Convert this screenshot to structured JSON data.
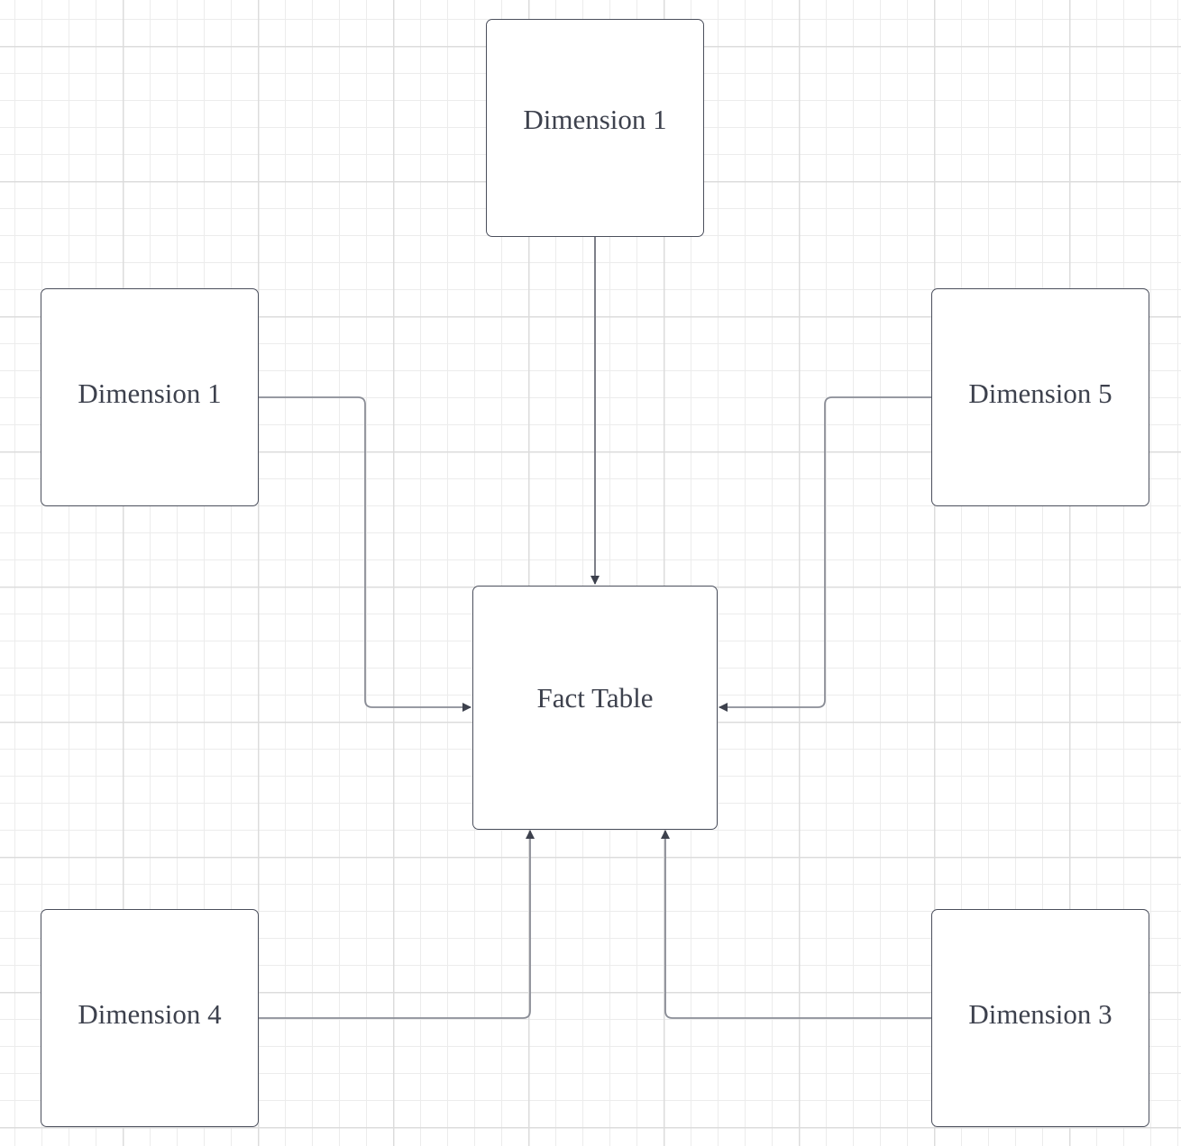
{
  "diagram": {
    "fact_table": {
      "label": "Fact Table"
    },
    "nodes": {
      "dim_top": {
        "label": "Dimension 1"
      },
      "dim_left": {
        "label": "Dimension 1"
      },
      "dim_right": {
        "label": "Dimension 5"
      },
      "dim_bottom_left": {
        "label": "Dimension 4"
      },
      "dim_bottom_right": {
        "label": "Dimension 3"
      }
    },
    "edges": [
      {
        "from": "Dimension 1 (top)",
        "to": "Fact Table"
      },
      {
        "from": "Dimension 1 (left)",
        "to": "Fact Table"
      },
      {
        "from": "Dimension 5",
        "to": "Fact Table"
      },
      {
        "from": "Dimension 4",
        "to": "Fact Table"
      },
      {
        "from": "Dimension 3",
        "to": "Fact Table"
      }
    ]
  },
  "colors": {
    "stroke": "#4b4f5c",
    "text": "#3d414d",
    "connector": "#8a8d96",
    "grid_minor": "#ececec",
    "grid_major": "#dcdcdc"
  }
}
